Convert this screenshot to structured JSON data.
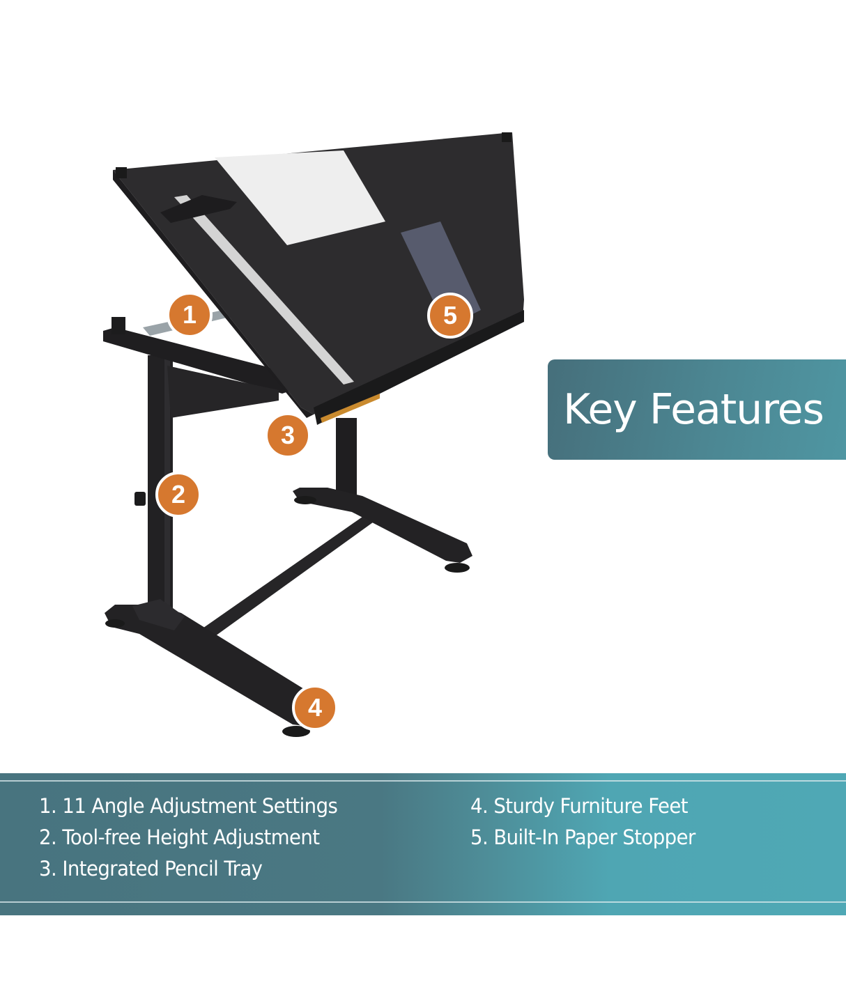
{
  "title": "Key Features",
  "callouts": [
    {
      "number": "1",
      "feature": "angle-adjustment"
    },
    {
      "number": "2",
      "feature": "height-adjustment"
    },
    {
      "number": "3",
      "feature": "pencil-tray"
    },
    {
      "number": "4",
      "feature": "furniture-feet"
    },
    {
      "number": "5",
      "feature": "paper-stopper"
    }
  ],
  "features": [
    {
      "label": "1. 11 Angle Adjustment Settings"
    },
    {
      "label": "2. Tool-free Height Adjustment"
    },
    {
      "label": "3. Integrated Pencil Tray"
    },
    {
      "label": "4. Sturdy Furniture Feet"
    },
    {
      "label": "5. Built-In Paper Stopper"
    }
  ],
  "colors": {
    "callout": "#d6782f",
    "teal_dark": "#48747f",
    "teal_light": "#4fa8b5",
    "table_black": "#2b2a2c"
  }
}
